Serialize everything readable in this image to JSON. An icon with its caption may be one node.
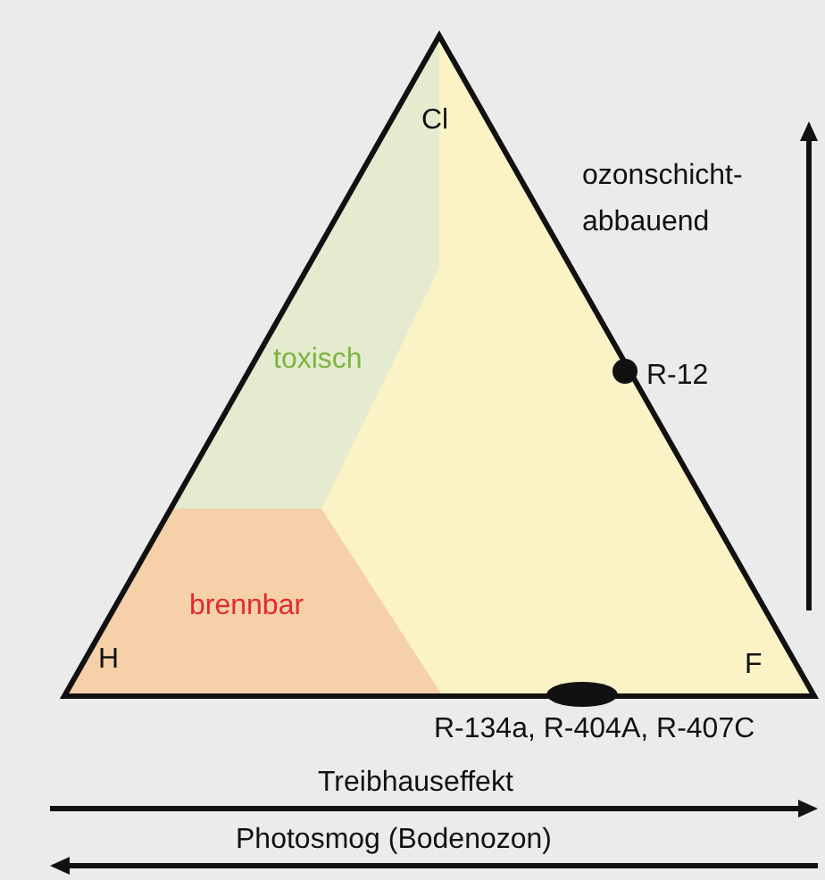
{
  "diagram": {
    "nodes": [
      {
        "text": [
          "toxisch"
        ]
      },
      {
        "text": [
          "brennbar"
        ]
      }
    ],
    "labels": [
      "Cl",
      "ozonschicht- abbauend",
      "R-12",
      "H",
      "F",
      "R-134a, R-404A, R-407C",
      "Treibhauseffekt",
      "Photosmog (Bodenozon)"
    ]
  }
}
